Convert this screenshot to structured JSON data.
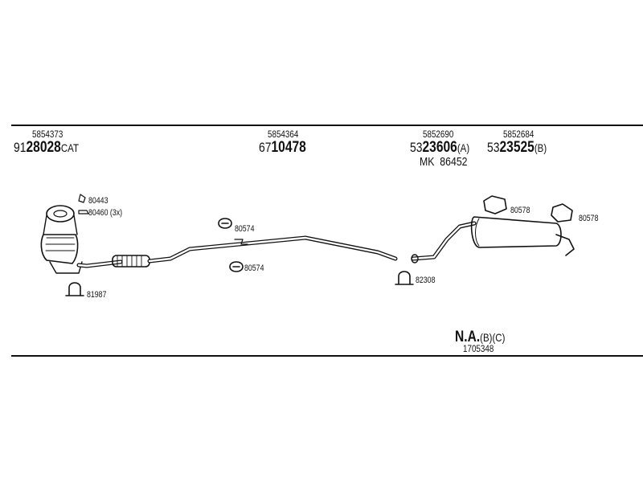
{
  "groups": [
    {
      "ref": "5854373",
      "prefix": "91",
      "bold": "28028",
      "suffix": "CAT"
    },
    {
      "ref": "5854364",
      "prefix": "67",
      "bold": "10478",
      "suffix": ""
    },
    {
      "ref": "5852690",
      "prefix": "53",
      "bold": "23606",
      "suffix": "(A)"
    },
    {
      "ref": "5852684",
      "prefix": "53",
      "bold": "23525",
      "suffix": "(B)"
    }
  ],
  "mk": {
    "label": "MK",
    "number": "86452"
  },
  "callouts": {
    "c80443": "80443",
    "c80460": "80460 (3x)",
    "c81987": "81987",
    "c80574a": "80574",
    "c80574b": "80574",
    "c82308": "82308",
    "c80578a": "80578",
    "c80578b": "80578"
  },
  "note": {
    "main": "N.A.",
    "variant": "(B)(C)",
    "ref": "1705348"
  }
}
